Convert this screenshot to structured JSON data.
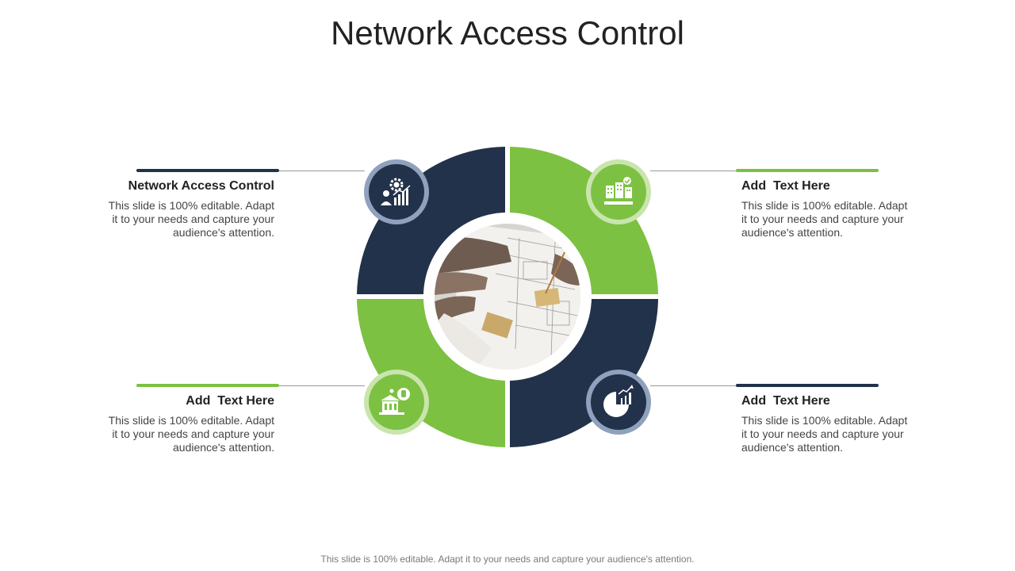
{
  "slide": {
    "title": "Network Access Control",
    "footer": "This slide is 100% editable. Adapt it to your needs and capture your audience's attention."
  },
  "colors": {
    "navy": "#22324a",
    "green": "#7cc142",
    "navy_ring": "#8fa1bc",
    "green_ring": "#c9e5ad"
  },
  "items": [
    {
      "heading": "Network Access Control",
      "description": "This slide is 100% editable. Adapt it to your needs and capture your audience's attention.",
      "icon": "gear-person-chart-icon",
      "color": "navy"
    },
    {
      "heading": "Add  Text Here",
      "description": "This slide is 100% editable. Adapt it to your needs and capture your audience's attention.",
      "icon": "buildings-handshake-icon",
      "color": "green"
    },
    {
      "heading": "Add  Text Here",
      "description": "This slide is 100% editable. Adapt it to your needs and capture your audience's attention.",
      "icon": "building-stop-hand-icon",
      "color": "green"
    },
    {
      "heading": "Add  Text Here",
      "description": "This slide is 100% editable. Adapt it to your needs and capture your audience's attention.",
      "icon": "pie-bar-chart-icon",
      "color": "navy"
    }
  ],
  "center_image": "people-reviewing-blueprints-photo"
}
